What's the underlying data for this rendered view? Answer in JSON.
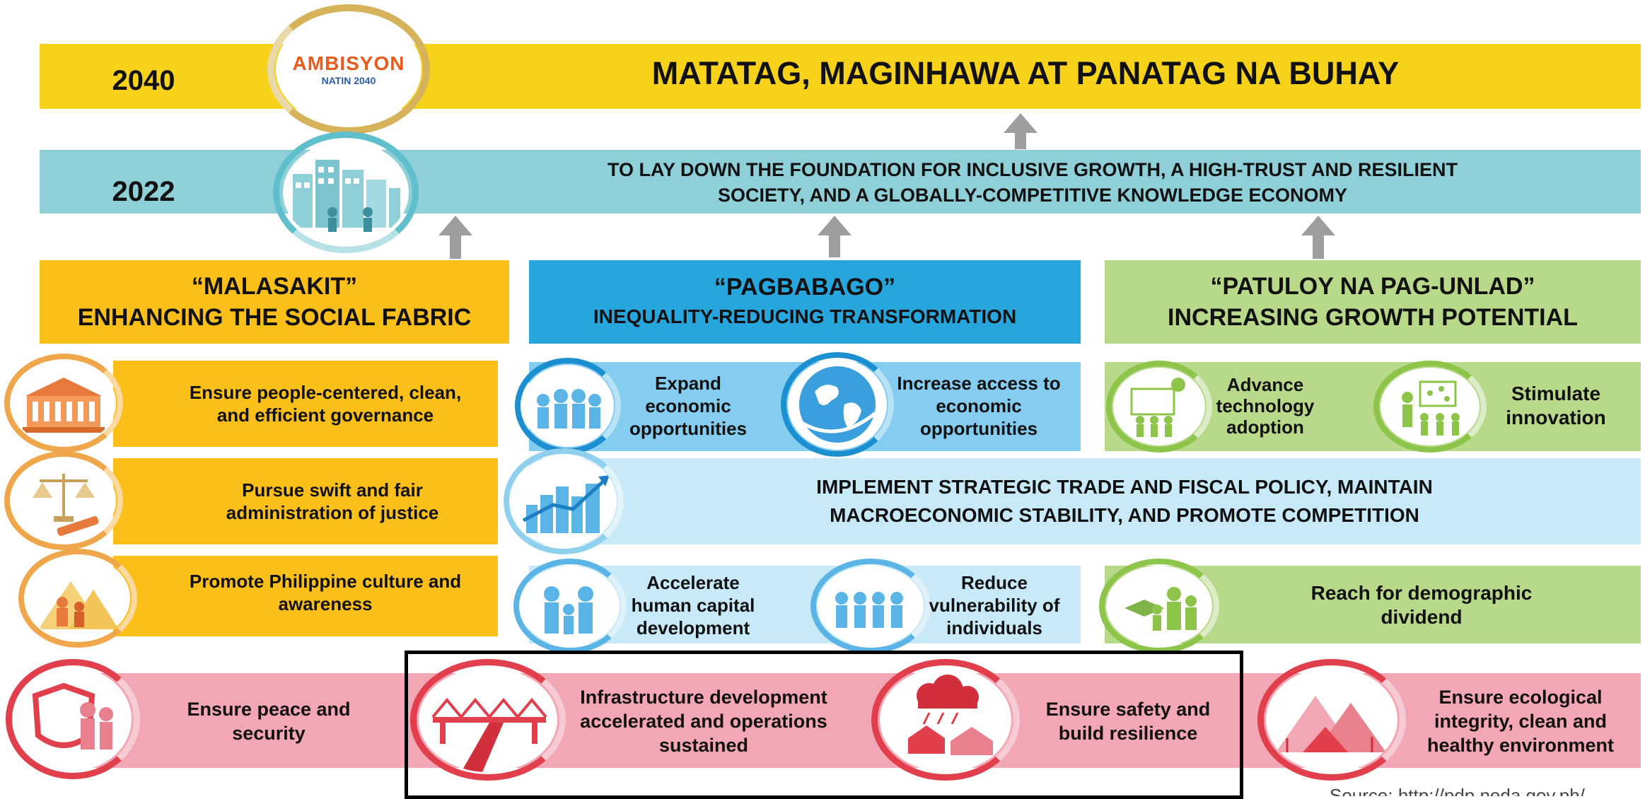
{
  "colors": {
    "yellow": "#f6d21a",
    "teal": "#8fd0d8",
    "orange": "#fbbf1a",
    "blue": "#27a6de",
    "light_blue": "#84cdf0",
    "pale_blue": "#c8e9f7",
    "green": "#b8d88a",
    "pink": "#f3a6b4",
    "red": "#e23f4c",
    "gray_arrow": "#9e9e9e"
  },
  "vision": {
    "year": "2040",
    "logo_text_top": "AMBISYON",
    "logo_text_bottom": "NATIN 2040",
    "title": "MATATAG, MAGINHAWA AT PANATAG NA BUHAY"
  },
  "goal": {
    "year": "2022",
    "line1": "TO LAY DOWN THE FOUNDATION FOR INCLUSIVE GROWTH, A HIGH-TRUST AND RESILIENT",
    "line2": "SOCIETY, AND A GLOBALLY-COMPETITIVE KNOWLEDGE ECONOMY",
    "icon": "city-skyline-icon"
  },
  "pillars": {
    "malasakit": {
      "title": "“MALASAKIT”",
      "subtitle": "ENHANCING THE SOCIAL FABRIC"
    },
    "pagbabago": {
      "title": "“PAGBABAGO”",
      "subtitle": "INEQUALITY-REDUCING TRANSFORMATION"
    },
    "patuloy": {
      "title": "“PATULOY NA PAG-UNLAD”",
      "subtitle": "INCREASING GROWTH POTENTIAL"
    }
  },
  "malasakit_items": [
    {
      "label": "Ensure people-centered, clean, and efficient governance",
      "icon": "government-building-icon"
    },
    {
      "label": "Pursue swift and fair administration of justice",
      "icon": "justice-scale-icon"
    },
    {
      "label": "Promote Philippine culture and awareness",
      "icon": "culture-icon"
    }
  ],
  "pagbabago_items": [
    {
      "label": "Expand economic opportunities",
      "icon": "people-group-icon"
    },
    {
      "label": "Increase access to economic opportunities",
      "icon": "globe-icon"
    },
    {
      "label": "Accelerate human capital development",
      "icon": "family-icon"
    },
    {
      "label": "Reduce vulnerability of individuals",
      "icon": "community-icon"
    }
  ],
  "patuloy_items": [
    {
      "label": "Advance technology adoption",
      "icon": "presentation-icon"
    },
    {
      "label": "Stimulate innovation",
      "icon": "innovation-icon"
    },
    {
      "label": "Reach for demographic dividend",
      "icon": "graduates-icon"
    }
  ],
  "macro": {
    "line1": "IMPLEMENT STRATEGIC TRADE AND FISCAL POLICY, MAINTAIN",
    "line2": "MACROECONOMIC STABILITY, AND PROMOTE COMPETITION",
    "icon": "growth-chart-icon"
  },
  "foundation_items": [
    {
      "label": "Ensure peace and security",
      "icon": "shield-people-icon"
    },
    {
      "label": "Infrastructure development accelerated and operations sustained",
      "icon": "bridge-icon"
    },
    {
      "label": "Ensure safety and build resilience",
      "icon": "storm-house-icon"
    },
    {
      "label": "Ensure ecological integrity, clean and healthy environment",
      "icon": "mountains-icon"
    }
  ],
  "source": "Source: http://pdp.neda.gov.ph/"
}
